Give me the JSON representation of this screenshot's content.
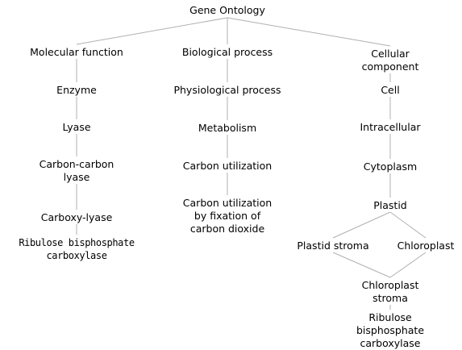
{
  "root": {
    "label": "Gene Ontology"
  },
  "branches": {
    "molecular_function": {
      "label": "Molecular function",
      "terms": [
        "Enzyme",
        "Lyase",
        "Carbon-carbon\nlyase",
        "Carboxy-lyase",
        "Ribulose bisphosphate\ncarboxylase"
      ]
    },
    "biological_process": {
      "label": "Biological process",
      "terms": [
        "Physiological process",
        "Metabolism",
        "Carbon utilization",
        "Carbon utilization\nby fixation of\ncarbon dioxide"
      ]
    },
    "cellular_component": {
      "label": "Cellular component",
      "terms": [
        "Cell",
        "Intracellular",
        "Cytoplasm",
        "Plastid",
        "Plastid stroma",
        "Chloroplast",
        "Chloroplast stroma",
        "Ribulose bisphosphate\ncarboxylase"
      ]
    }
  },
  "edge_color": "#b0b0b0",
  "text_color": "#000000"
}
